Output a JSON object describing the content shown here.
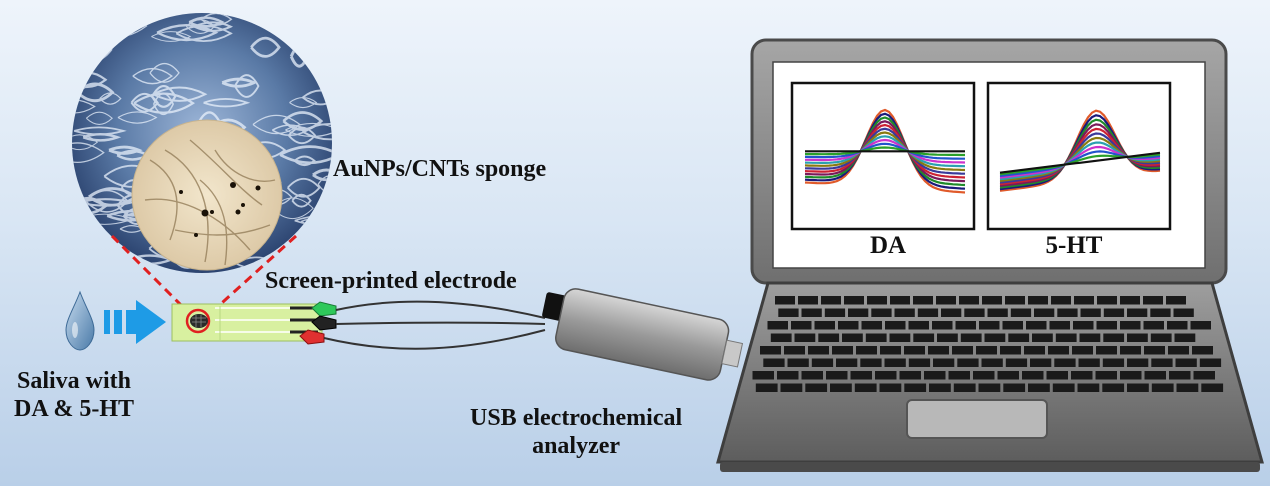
{
  "labels": {
    "sponge": "AuNPs/CNTs sponge",
    "electrode": "Screen-printed electrode",
    "saliva_line1": "Saliva with",
    "saliva_line2": "DA & 5-HT",
    "usb_line1": "USB electrochemical",
    "usb_line2": "analyzer"
  },
  "screen": {
    "left_plot_label": "DA",
    "right_plot_label": "5-HT"
  },
  "colors": {
    "background_top": "#eef4fb",
    "background_bottom": "#b9cfe8",
    "arrow": "#1e9be6",
    "dashed_lines": "#e02020",
    "electrode_strip": "#d8f0a0",
    "laptop_body": "#8a8a8a",
    "keyboard": "#1a1a1a"
  },
  "plot_colors": [
    "#e05a2a",
    "#1a1a7a",
    "#1f8a2a",
    "#7a1a5a",
    "#cc2233",
    "#3a3a9a",
    "#8a7a10",
    "#2aa0b0",
    "#cc33cc",
    "#2255cc",
    "#2aa02a",
    "#111111"
  ]
}
